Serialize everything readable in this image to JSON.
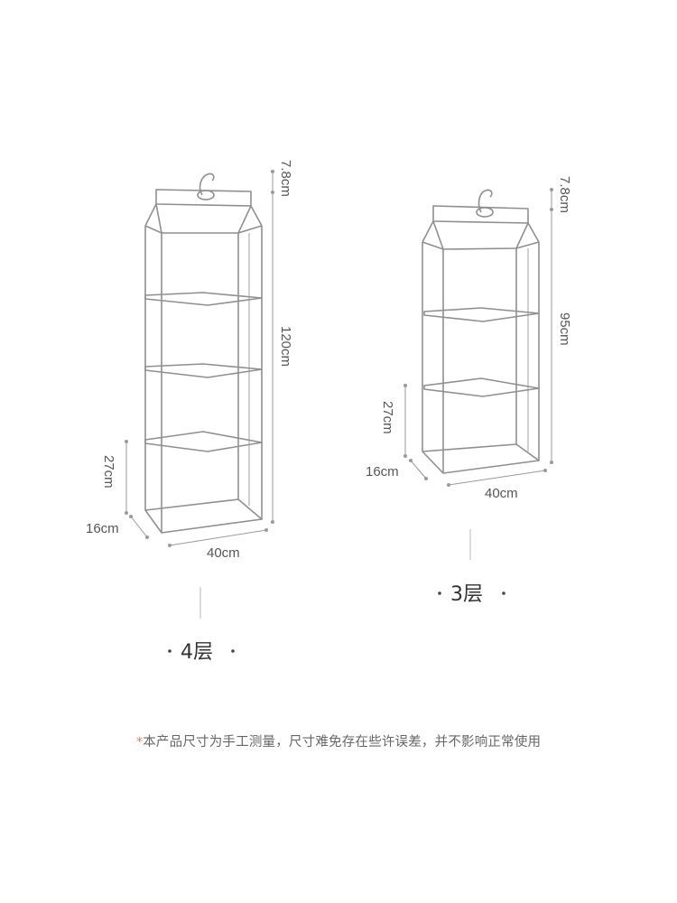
{
  "products": [
    {
      "id": "four-tier",
      "label": "4层",
      "dimensions": {
        "height_total": "120cm",
        "hanger": "7.8cm",
        "shelf_gap": "27cm",
        "depth": "16cm",
        "width": "40cm"
      }
    },
    {
      "id": "three-tier",
      "label": "3层",
      "dimensions": {
        "height_total": "95cm",
        "hanger": "7.8cm",
        "shelf_gap": "27cm",
        "depth": "16cm",
        "width": "40cm"
      }
    }
  ],
  "footnote": {
    "asterisk": "*",
    "text": "本产品尺寸为手工测量，尺寸难免存在些许误差，并不影响正常使用"
  },
  "colors": {
    "wire": "#8f8f8f",
    "asterisk": "#e77d6a"
  }
}
